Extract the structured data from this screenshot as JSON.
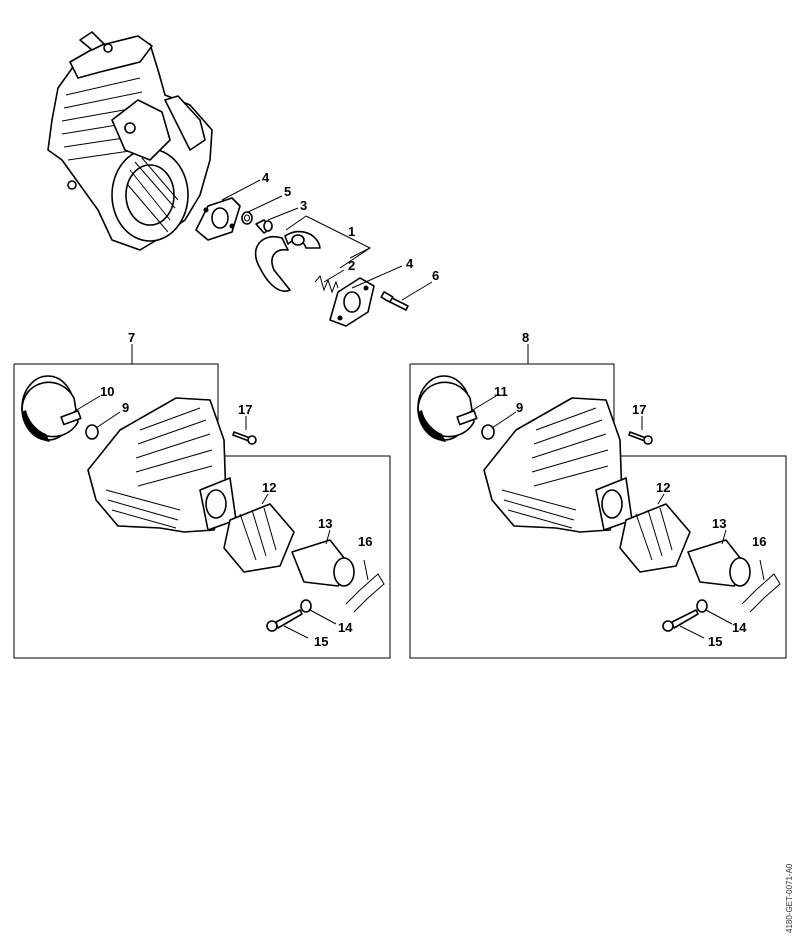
{
  "callouts": {
    "c1": "1",
    "c2": "2",
    "c3": "3",
    "c4a": "4",
    "c4b": "4",
    "c5": "5",
    "c6": "6",
    "c7": "7",
    "c8": "8",
    "l_10": "10",
    "l_9": "9",
    "l_17": "17",
    "l_12": "12",
    "l_13": "13",
    "l_16": "16",
    "l_14": "14",
    "l_15": "15",
    "r_11": "11",
    "r_9": "9",
    "r_17": "17",
    "r_12": "12",
    "r_13": "13",
    "r_16": "16",
    "r_14": "14",
    "r_15": "15"
  },
  "doc_code": "4180-GET-0071-A0"
}
